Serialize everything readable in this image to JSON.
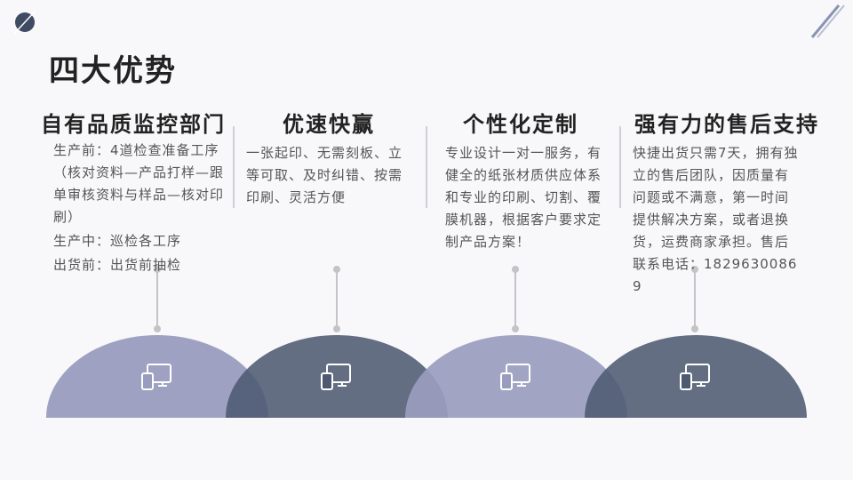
{
  "title": "四大优势",
  "columns": [
    {
      "heading": "自有品质监控部门",
      "paragraphs": [
        "生产前：4道检查准备工序（核对资料—产品打样—跟单审核资料与样品—核对印刷）",
        "生产中：巡检各工序",
        "出货前：出货前抽检"
      ]
    },
    {
      "heading": "优速快赢",
      "paragraphs": [
        "一张起印、无需刻板、立等可取、及时纠错、按需印刷、灵活方便"
      ]
    },
    {
      "heading": "个性化定制",
      "paragraphs": [
        "专业设计一对一服务，有健全的纸张材质供应体系和专业的印刷、切割、覆膜机器，根据客户要求定制产品方案！"
      ]
    },
    {
      "heading": "强有力的售后支持",
      "paragraphs": [
        "快捷出货只需7天，拥有独立的售后团队，因质量有问题或不满意，第一时间提供解决方案，或者退换货，运费商家承担。售后联系电话：18296300869"
      ]
    }
  ],
  "icons": [
    "devices-icon",
    "devices-icon",
    "devices-icon",
    "devices-icon"
  ],
  "colors": {
    "light_dome": "#9a9cbf",
    "dark_dome": "#4d5a72",
    "accent_dot": "#3f4a63",
    "stripe": "#8b93b3"
  }
}
